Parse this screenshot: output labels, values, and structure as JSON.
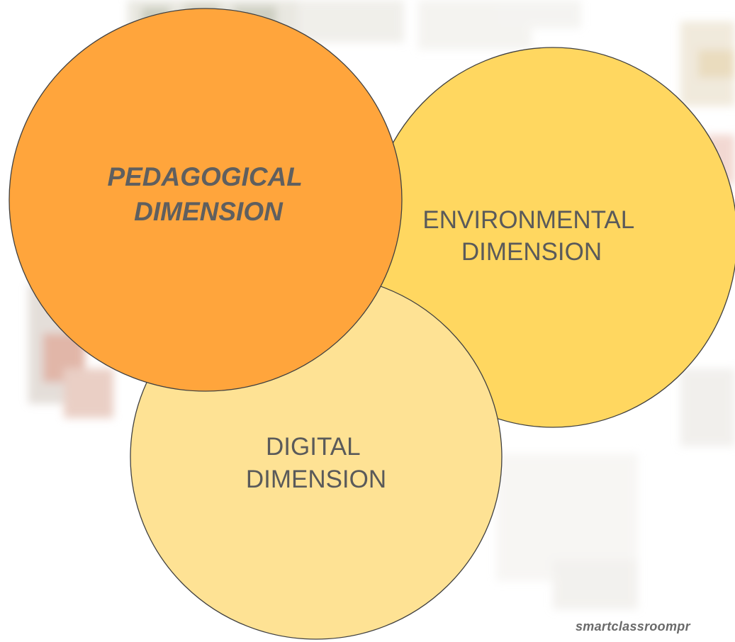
{
  "diagram": {
    "circles": [
      {
        "id": "environmental",
        "lines": [
          "ENVIRONMENTAL",
          "DIMENSION"
        ],
        "fill": "#FFD760"
      },
      {
        "id": "digital",
        "lines": [
          "DIGITAL",
          "DIMENSION"
        ],
        "fill": "#FEE294"
      },
      {
        "id": "pedagogical",
        "lines": [
          "PEDAGOGICAL",
          "DIMENSION"
        ],
        "fill": "#FFA53C"
      }
    ],
    "outline_color": "#404040",
    "label_color": "#5f5f5f"
  },
  "watermark": {
    "text": "smartclassroompr"
  }
}
